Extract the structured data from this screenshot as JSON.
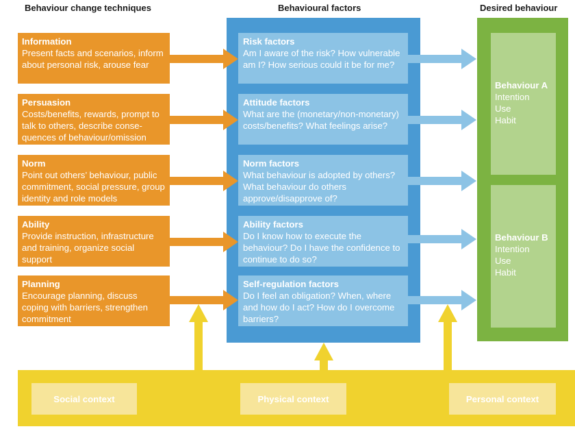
{
  "headers": {
    "techniques": "Behaviour change techniques",
    "factors": "Behavioural factors",
    "desired": "Desired behaviour"
  },
  "techniques": [
    {
      "title": "Information",
      "text": "Present facts and scenarios, inform about personal risk, arouse fear"
    },
    {
      "title": "Persuasion",
      "text": "Costs/benefits, rewards, prompt to talk to others, describe conse-quences of behaviour/omission"
    },
    {
      "title": "Norm",
      "text": "Point out others’ behaviour, public commitment, social pressure, group identity and role models"
    },
    {
      "title": "Ability",
      "text": "Provide instruction, infrastructure and training, organize social support"
    },
    {
      "title": "Planning",
      "text": "Encourage planning, discuss coping with barriers, strengthen commitment"
    }
  ],
  "factors": [
    {
      "title": "Risk factors",
      "text": "Am I aware of the risk? How vulnerable am I? How serious could it be for me?"
    },
    {
      "title": "Attitude factors",
      "text": "What are the (monetary/non-monetary) costs/benefits? What feelings arise?"
    },
    {
      "title": "Norm factors",
      "text": "What behaviour is adopted by others? What behaviour do others approve/disapprove of?"
    },
    {
      "title": "Ability factors",
      "text": "Do I know how to execute the behaviour? Do I have the confidence to continue to do so?"
    },
    {
      "title": "Self-regulation factors",
      "text": "Do I feel an obligation? When, where and how do I act? How do I overcome barriers?"
    }
  ],
  "behaviours": [
    {
      "title": "Behaviour A",
      "items": [
        "Intention",
        "Use",
        "Habit"
      ]
    },
    {
      "title": "Behaviour B",
      "items": [
        "Intention",
        "Use",
        "Habit"
      ]
    }
  ],
  "contexts": [
    "Social context",
    "Physical context",
    "Personal context"
  ],
  "colors": {
    "orange": "#e9962a",
    "blue_panel": "#4a9ad3",
    "blue_box": "#8cc3e5",
    "green_panel": "#7cb342",
    "green_box": "#b2d38d",
    "yellow_panel": "#f0d22e",
    "yellow_box": "#f7e59a"
  }
}
